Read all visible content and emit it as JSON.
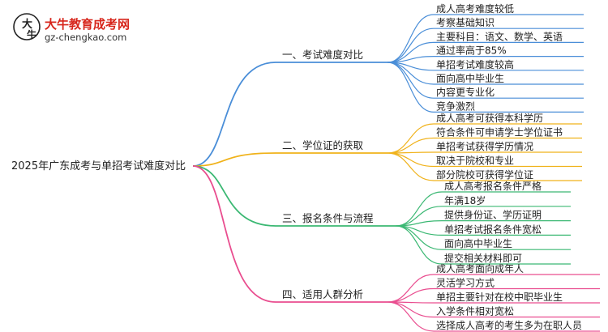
{
  "logo": {
    "glyph_top": "大",
    "glyph_bottom": "牛",
    "name": "大牛教育成考网",
    "url": "gz-chengkao.com"
  },
  "root": {
    "label": "2025年广东成考与单招考试难度对比"
  },
  "branches": [
    {
      "label": "一、考试难度对比",
      "color": "#4a8ed8",
      "leaves": [
        "成人高考难度较低",
        "考察基础知识",
        "主要科目：语文、数学、英语",
        "通过率高于85%",
        "单招考试难度较高",
        "面向高中毕业生",
        "内容更专业化",
        "竞争激烈"
      ]
    },
    {
      "label": "二、学位证的获取",
      "color": "#f0b21a",
      "leaves": [
        "成人高考可获得本科学历",
        "符合条件可申请学士学位证书",
        "单招考试获得学历情况",
        "取决于院校和专业",
        "部分院校可获得学位证"
      ]
    },
    {
      "label": "三、报名条件与流程",
      "color": "#3bb873",
      "leaves": [
        "成人高考报名条件严格",
        "年满18岁",
        "提供身份证、学历证明",
        "单招考试报名条件宽松",
        "面向高中毕业生",
        "提交相关材料即可"
      ]
    },
    {
      "label": "四、适用人群分析",
      "color": "#e94d8f",
      "leaves": [
        "成人高考面向成年人",
        "灵活学习方式",
        "单招主要针对在校中职毕业生",
        "入学条件相对宽松",
        "选择成人高考的考生多为在职人员"
      ]
    }
  ]
}
